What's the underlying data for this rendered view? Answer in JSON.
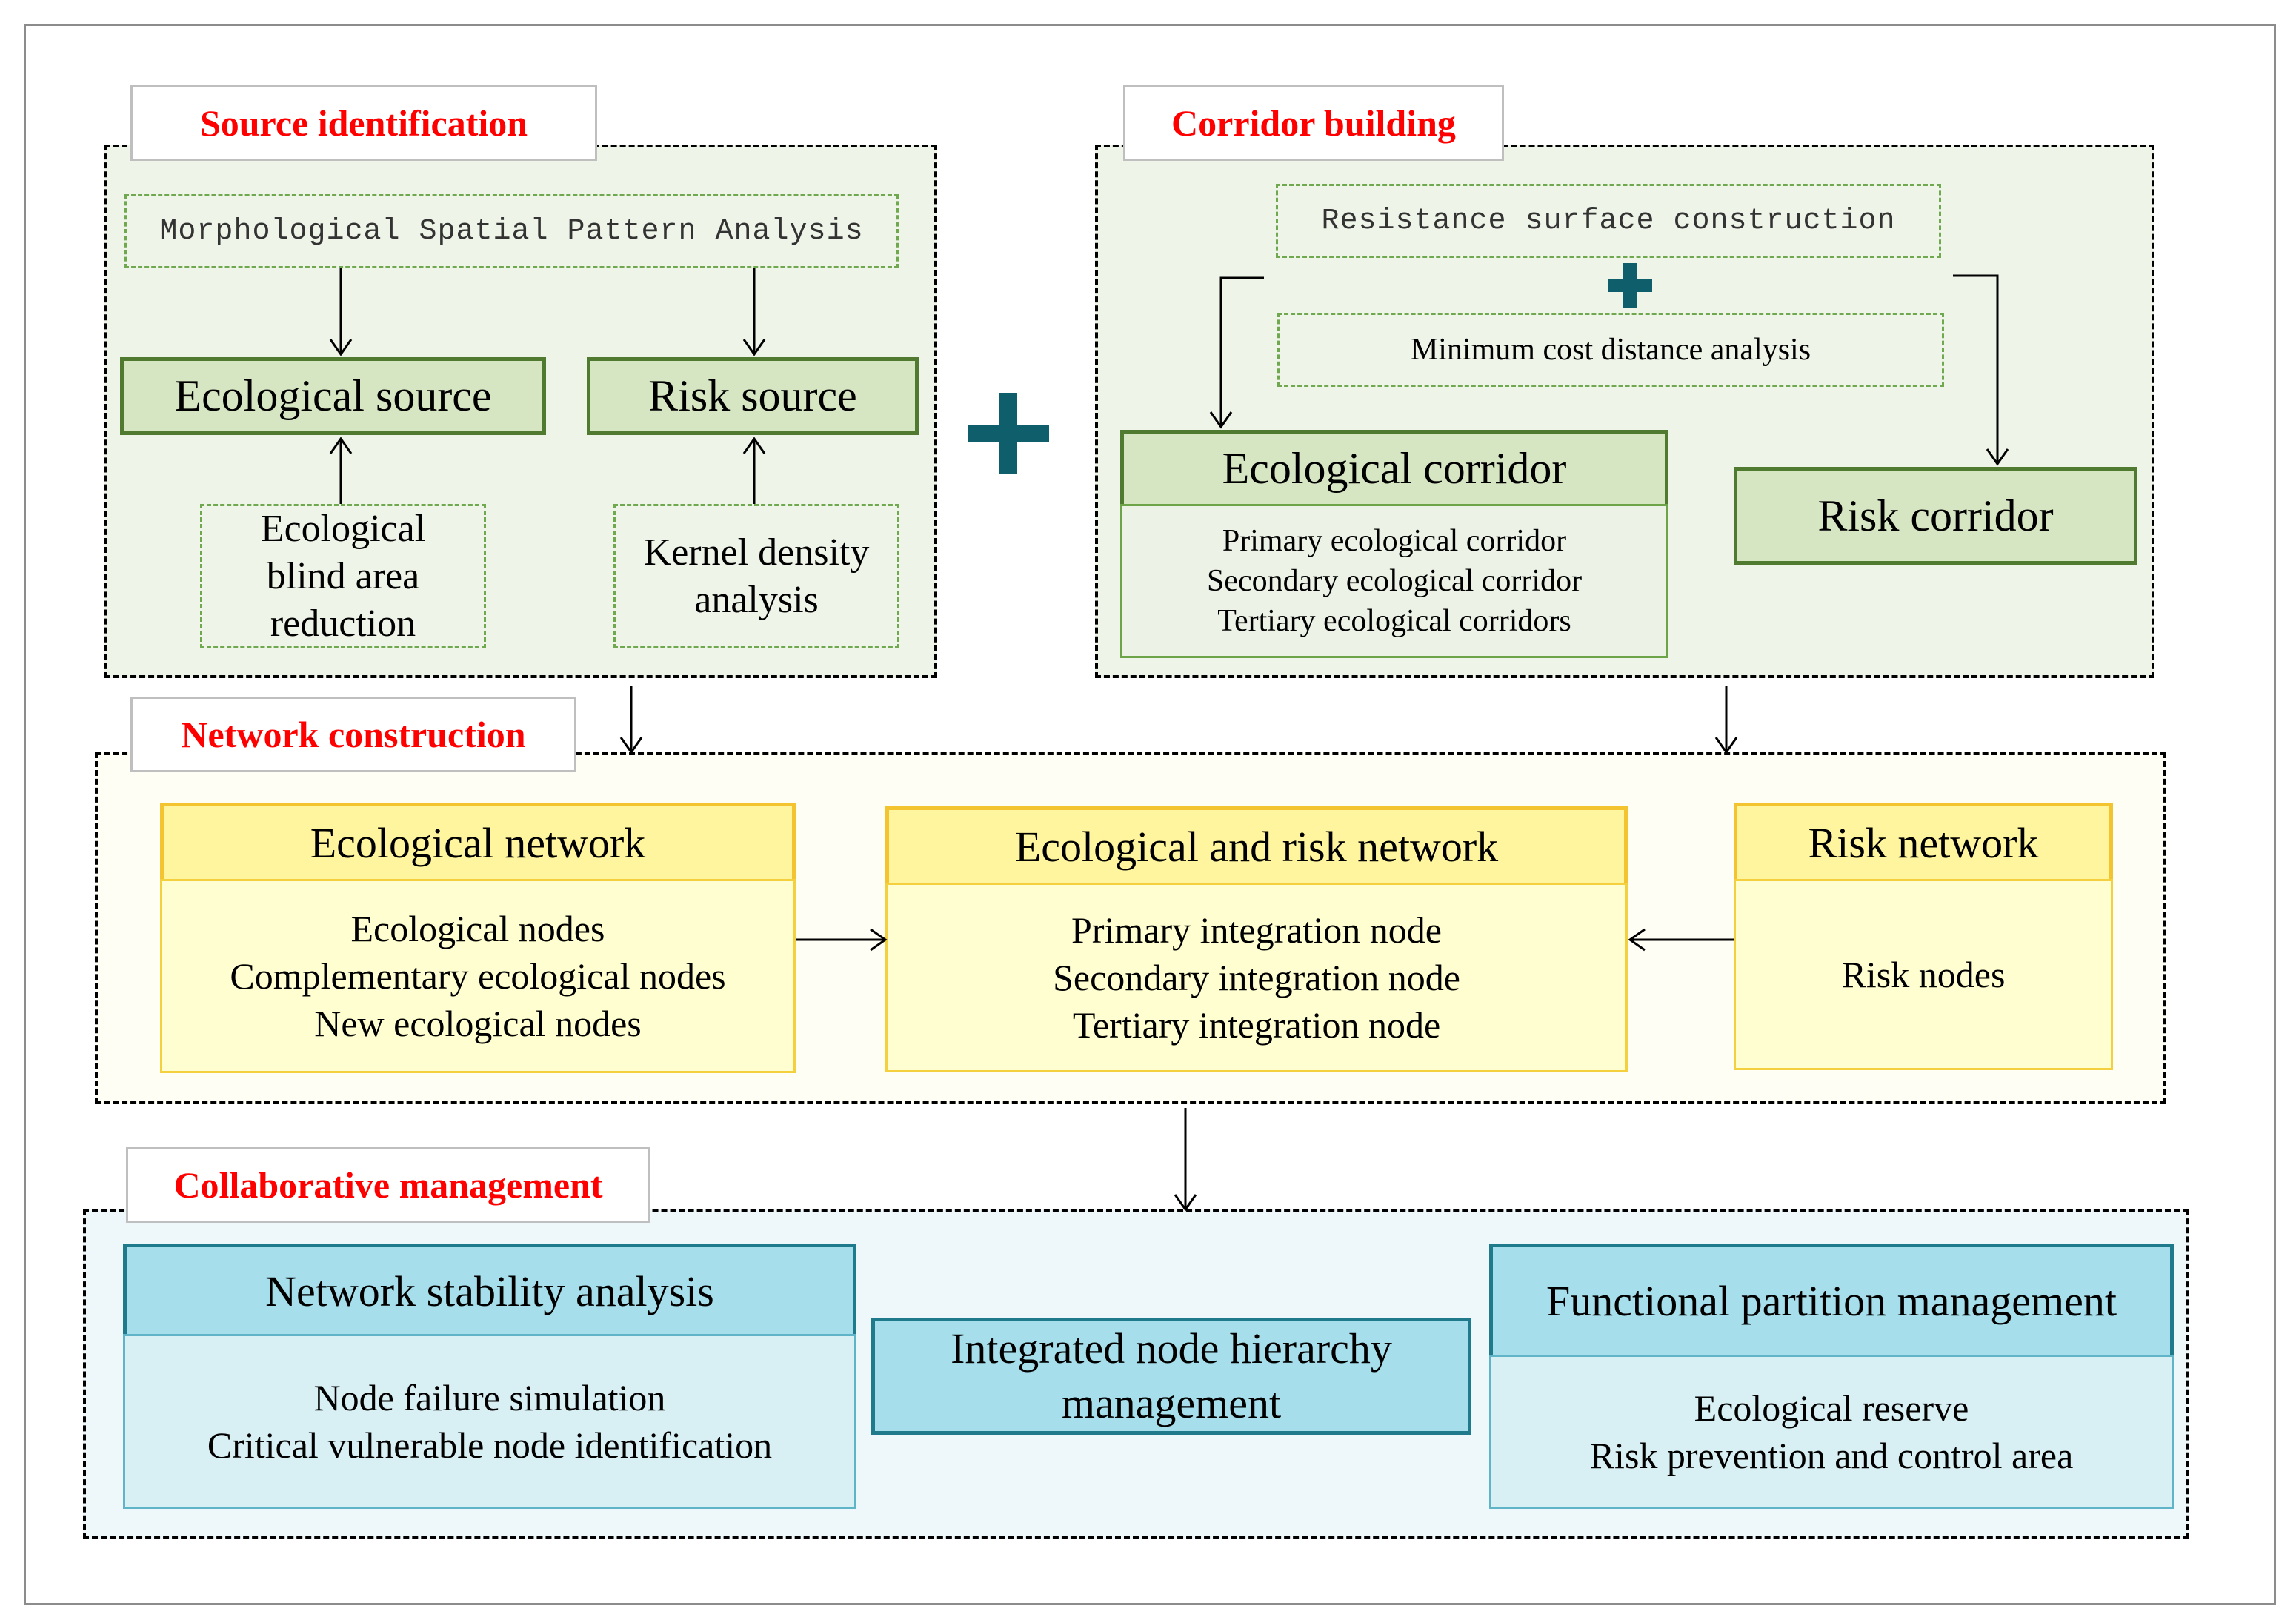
{
  "source_identification": {
    "title": "Source identification",
    "mspa": "Morphological Spatial Pattern Analysis",
    "ecological_source": "Ecological source",
    "risk_source": "Risk source",
    "blind_area": [
      "Ecological",
      "blind area",
      "reduction"
    ],
    "kernel_density": [
      "Kernel density",
      "analysis"
    ]
  },
  "corridor_building": {
    "title": "Corridor building",
    "resistance": "Resistance surface construction",
    "min_cost": "Minimum cost distance analysis",
    "ecological_corridor": "Ecological corridor",
    "ecological_corridor_items": [
      "Primary ecological corridor",
      "Secondary ecological corridor",
      "Tertiary ecological corridors"
    ],
    "risk_corridor": "Risk corridor"
  },
  "network_construction": {
    "title": "Network construction",
    "ecological_network": "Ecological network",
    "ecological_network_items": [
      "Ecological nodes",
      "Complementary ecological nodes",
      "New ecological nodes"
    ],
    "combined_network": "Ecological and risk network",
    "combined_network_items": [
      "Primary integration node",
      "Secondary integration node",
      "Tertiary integration node"
    ],
    "risk_network": "Risk network",
    "risk_network_items": [
      "Risk nodes"
    ]
  },
  "collaborative_management": {
    "title": "Collaborative management",
    "stability": "Network stability analysis",
    "stability_items": [
      "Node failure simulation",
      "Critical vulnerable node identification"
    ],
    "hierarchy": [
      "Integrated node hierarchy",
      "management"
    ],
    "partition": "Functional partition management",
    "partition_items": [
      "Ecological reserve",
      "Risk prevention and control area"
    ]
  },
  "colors": {
    "tag_text": "#ff0000",
    "green_fill": "#d6e5c2",
    "yellow_fill": "#fff59e",
    "blue_fill": "#a6dfeb",
    "plus": "#0e5f6b"
  }
}
